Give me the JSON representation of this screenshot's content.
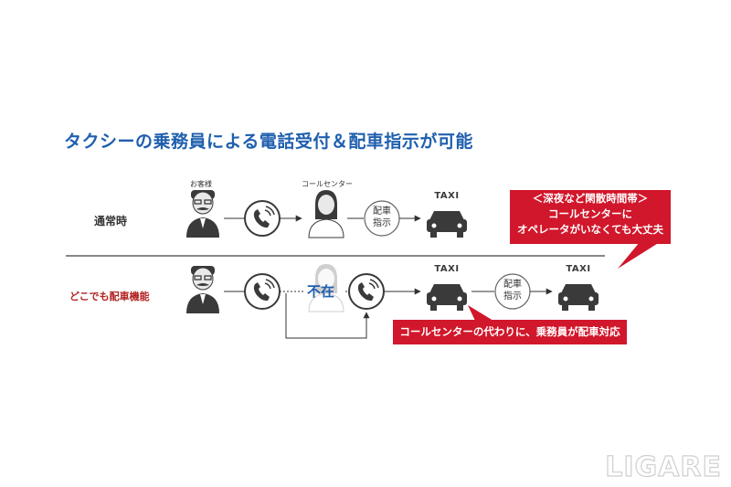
{
  "title": "タクシーの乗務員による電話受付＆配車指示が可能",
  "labels": {
    "customer": "お客様",
    "call_center": "コールセンター",
    "taxi": "TAXI",
    "dispatch_line1": "配車",
    "dispatch_line2": "指示",
    "absent": "不在"
  },
  "rows": {
    "normal": "通常時",
    "anywhere": "どこでも配車機能"
  },
  "callouts": {
    "night_line1": "＜深夜など閑散時間帯＞",
    "night_line2": "コールセンターに",
    "night_line3": "オペレータがいなくても大丈夫",
    "driver": "コールセンターの代わりに、乗務員が配車対応"
  },
  "watermark": "LIGARE",
  "colors": {
    "title": "#1f5fae",
    "accent_red": "#d1172b",
    "row_red": "#b22222",
    "icon_dark": "#3a3a3a"
  }
}
